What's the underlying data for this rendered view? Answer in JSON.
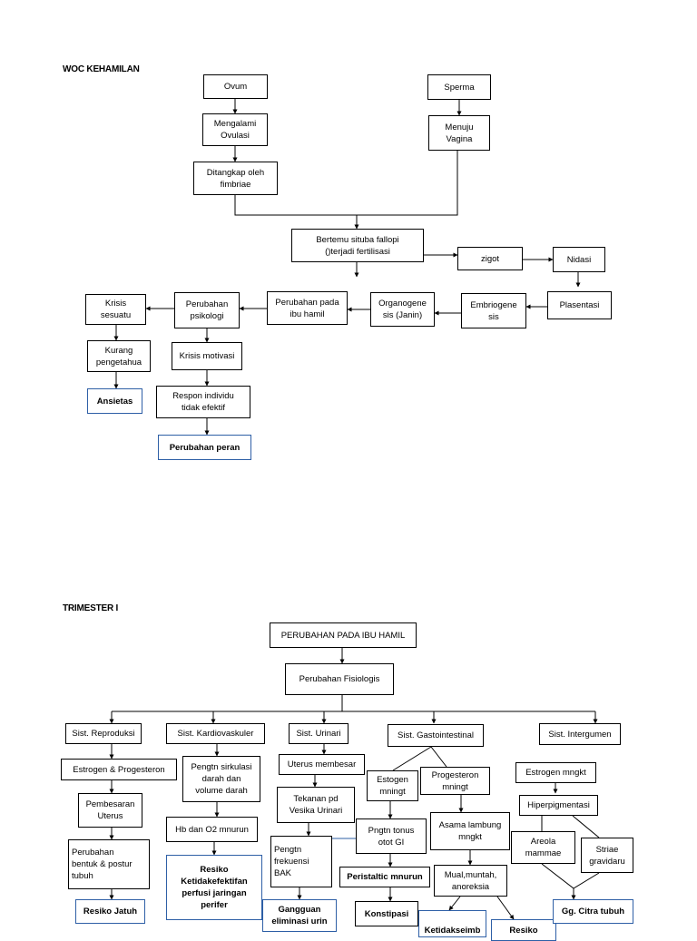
{
  "woc": {
    "title": "WOC KEHAMILAN",
    "ovum": "Ovum",
    "ovulasi": "Mengalami\nOvulasi",
    "fimbriae": "Ditangkap oleh\nfimbriae",
    "sperma": "Sperma",
    "vagina": "Menuju\nVagina",
    "bertemu": "Bertemu situba fallopi\n()terjadi fertilisasi",
    "zigot": "zigot",
    "nidasi": "Nidasi",
    "plasentasi": "Plasentasi",
    "embriogenesis": "Embriogene\nsis",
    "organogenesis": "Organogene\nsis (Janin)",
    "perubahan_ibu": "Perubahan pada\nibu hamil",
    "perubahan_psikologi": "Perubahan\npsikologi",
    "krisis_sesuatu": "Krisis\nsesuatu",
    "kurang_pengetahuan": "Kurang\npengetahua",
    "ansietas": "Ansietas",
    "krisis_motivasi": "Krisis motivasi",
    "respon_individu": "Respon individu\ntidak efektif",
    "perubahan_peran": "Perubahan peran"
  },
  "trimester": {
    "title": "TRIMESTER I",
    "perubahan_ibu": "PERUBAHAN PADA IBU HAMIL",
    "fisiologis": "Perubahan Fisiologis",
    "reproduksi": {
      "system": "Sist. Reproduksi",
      "hormon": "Estrogen & Progesteron",
      "pembesaran": "Pembesaran\nUterus",
      "bentuk": "Perubahan\nbentuk & postur\ntubuh",
      "dx": "Resiko Jatuh"
    },
    "kardio": {
      "system": "Sist. Kardiovaskuler",
      "sirkulasi": "Pengtn sirkulasi\ndarah dan\nvolume darah",
      "hb": "Hb dan O2 mnurun",
      "dx": "Resiko\nKetidakefektifan\nperfusi jaringan\nperifer"
    },
    "urinari": {
      "system": "Sist. Urinari",
      "uterus": "Uterus membesar",
      "tekanan": "Tekanan pd\nVesika Urinari",
      "frekuensi": "Pengtn\nfrekuensi\nBAK",
      "dx": "Gangguan\neliminasi urin"
    },
    "gastro": {
      "system": "Sist. Gastointestinal",
      "estrogen": "Estogen\nmningt",
      "progesteron": "Progesteron\nmningt",
      "tonus": "Pngtn tonus\notot GI",
      "lambung": "Asama lambung\nmngkt",
      "peristaltik": "Peristaltic mnurun",
      "mual": "Mual,muntah,\nanoreksia",
      "konstipasi": "Konstipasi",
      "partial_a": "Ketidakseimb",
      "partial_b": "Resiko"
    },
    "integumen": {
      "system": "Sist. Intergumen",
      "estrogen": "Estrogen mngkt",
      "hiperpigmentasi": "Hiperpigmentasi",
      "areola": "Areola\nmammae",
      "striae": "Striae\ngravidaru",
      "dx": "Gg. Citra tubuh"
    }
  }
}
